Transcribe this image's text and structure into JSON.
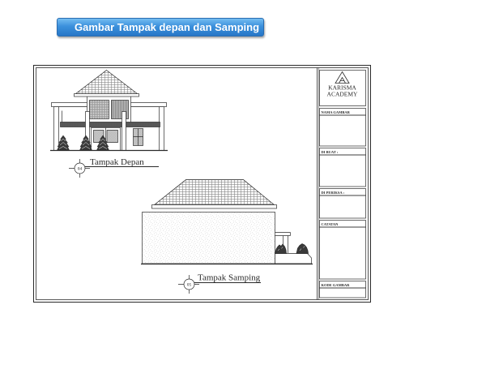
{
  "banner": {
    "title": "Gambar Tampak depan dan Samping"
  },
  "drawing_sheet": {
    "views": {
      "front": {
        "title": "Tampak Depan",
        "number": "04"
      },
      "side": {
        "title": "Tampak Samping",
        "number": "05"
      }
    },
    "title_block": {
      "logo": {
        "icon": "triangle-logo-icon",
        "name_line1": "KARISMA",
        "name_line2": "ACADEMY"
      },
      "fields": [
        {
          "label": "NAMA GAMBAR"
        },
        {
          "label": "DI BUAT :"
        },
        {
          "label": "DI PERIKSA :"
        },
        {
          "label": "CATATAN"
        },
        {
          "label": "KODE GAMBAR"
        }
      ]
    }
  },
  "colors": {
    "banner_top": "#74bdf1",
    "banner_mid": "#3b90dc",
    "banner_bottom": "#2777c7",
    "banner_border": "#2a6cb0",
    "banner_text": "#ffffff",
    "ink": "#2b2b2b"
  }
}
